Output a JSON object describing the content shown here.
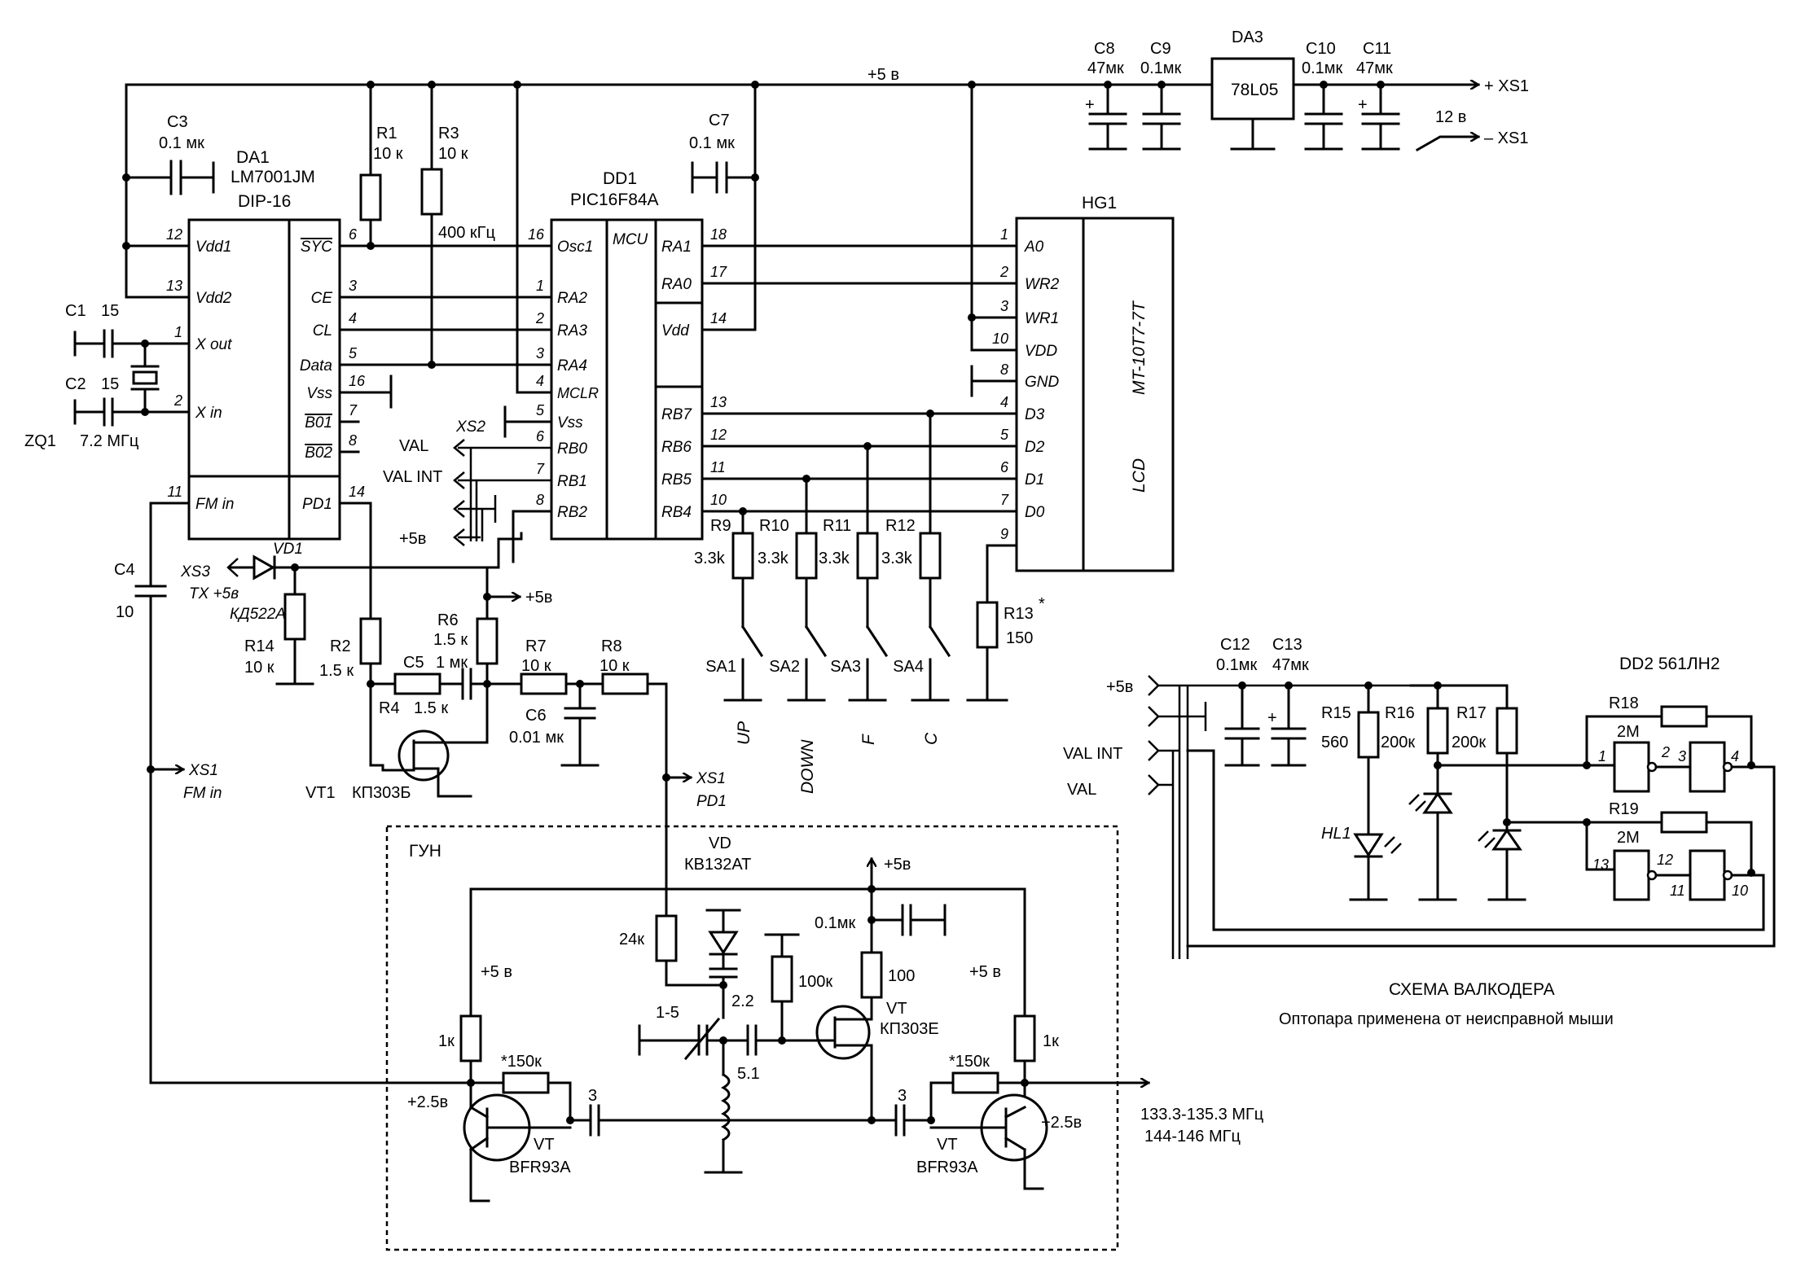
{
  "power": {
    "plus5": "+5 в",
    "plus5b": "+5в",
    "twelve": "12 в",
    "xs1_plus": "+ XS1",
    "xs1_minus": "– XS1"
  },
  "regulator": {
    "ref": "DA3",
    "type": "78L05",
    "c8": {
      "ref": "C8",
      "val": "47мк"
    },
    "c9": {
      "ref": "C9",
      "val": "0.1мк"
    },
    "c10": {
      "ref": "C10",
      "val": "0.1мк"
    },
    "c11": {
      "ref": "C11",
      "val": "47мк"
    }
  },
  "da1": {
    "ref": "DA1",
    "type": "LM7001JM",
    "pkg": "DIP-16",
    "pins_left": [
      {
        "num": "12",
        "name": "Vdd1"
      },
      {
        "num": "13",
        "name": "Vdd2"
      },
      {
        "num": "1",
        "name": "X out"
      },
      {
        "num": "2",
        "name": "X in"
      },
      {
        "num": "11",
        "name": "FM in"
      }
    ],
    "pins_right": [
      {
        "num": "6",
        "name": "SYC"
      },
      {
        "num": "3",
        "name": "CE"
      },
      {
        "num": "4",
        "name": "CL"
      },
      {
        "num": "5",
        "name": "Data"
      },
      {
        "num": "16",
        "name": "Vss"
      },
      {
        "num": "7",
        "name": "B01"
      },
      {
        "num": "8",
        "name": "B02"
      },
      {
        "num": "14",
        "name": "PD1"
      }
    ]
  },
  "dd1": {
    "ref": "DD1",
    "type": "PIC16F84A",
    "mcu": "MCU",
    "pins_left": [
      {
        "num": "16",
        "name": "Osc1"
      },
      {
        "num": "1",
        "name": "RA2"
      },
      {
        "num": "2",
        "name": "RA3"
      },
      {
        "num": "3",
        "name": "RA4"
      },
      {
        "num": "4",
        "name": "MCLR"
      },
      {
        "num": "5",
        "name": "Vss"
      },
      {
        "num": "6",
        "name": "RB0"
      },
      {
        "num": "7",
        "name": "RB1"
      },
      {
        "num": "8",
        "name": "RB2"
      }
    ],
    "pins_right": [
      {
        "num": "18",
        "name": "RA1"
      },
      {
        "num": "17",
        "name": "RA0"
      },
      {
        "num": "14",
        "name": "Vdd"
      },
      {
        "num": "13",
        "name": "RB7"
      },
      {
        "num": "12",
        "name": "RB6"
      },
      {
        "num": "11",
        "name": "RB5"
      },
      {
        "num": "10",
        "name": "RB4"
      }
    ]
  },
  "hg1": {
    "ref": "HG1",
    "type": "MT-10T7-7T",
    "lcd": "LCD",
    "pins": [
      {
        "num": "1",
        "name": "A0"
      },
      {
        "num": "2",
        "name": "WR2"
      },
      {
        "num": "3",
        "name": "WR1"
      },
      {
        "num": "10",
        "name": "VDD"
      },
      {
        "num": "8",
        "name": "GND"
      },
      {
        "num": "4",
        "name": "D3"
      },
      {
        "num": "5",
        "name": "D2"
      },
      {
        "num": "6",
        "name": "D1"
      },
      {
        "num": "7",
        "name": "D0"
      },
      {
        "num": "9",
        "name": ""
      }
    ]
  },
  "parts": {
    "c3": {
      "ref": "C3",
      "val": "0.1 мк"
    },
    "c7": {
      "ref": "C7",
      "val": "0.1 мк"
    },
    "r1": {
      "ref": "R1",
      "val": "10 к"
    },
    "r3": {
      "ref": "R3",
      "val": "10 к"
    },
    "freq400": "400 кГц",
    "c1": {
      "ref": "C1",
      "val": "15"
    },
    "c2": {
      "ref": "C2",
      "val": "15"
    },
    "zq1": {
      "ref": "ZQ1",
      "val": "7.2 МГц"
    },
    "c4": {
      "ref": "C4",
      "val": "10"
    },
    "vd1": {
      "ref": "VD1",
      "type": "КД522А"
    },
    "xs3": {
      "ref": "XS3",
      "label": "TX +5в"
    },
    "r14": {
      "ref": "R14",
      "val": "10 к"
    },
    "r2": {
      "ref": "R2",
      "val": "1.5 к"
    },
    "r4": {
      "ref": "R4",
      "val": "1.5 к"
    },
    "c5": {
      "ref": "C5",
      "val": "1 мк"
    },
    "r6": {
      "ref": "R6",
      "val": "1.5 к"
    },
    "r7": {
      "ref": "R7",
      "val": "10 к"
    },
    "r8": {
      "ref": "R8",
      "val": "10 к"
    },
    "c6": {
      "ref": "C6",
      "val": "0.01 мк"
    },
    "vt1": {
      "ref": "VT1",
      "type": "КП303Б"
    },
    "xs2": {
      "ref": "XS2",
      "val": "VAL",
      "valint": "VAL INT",
      "plus5": "+5в"
    },
    "xs1_fm": {
      "ref": "XS1",
      "label": "FM in"
    },
    "xs1_pd": {
      "ref": "XS1",
      "label": "PD1"
    },
    "r9": {
      "ref": "R9",
      "val": "3.3k"
    },
    "r10": {
      "ref": "R10",
      "val": "3.3k"
    },
    "r11": {
      "ref": "R11",
      "val": "3.3k"
    },
    "r12": {
      "ref": "R12",
      "val": "3.3k"
    },
    "r13": {
      "ref": "R13",
      "star": "*",
      "val": "150"
    },
    "switches": [
      {
        "ref": "SA1",
        "func": "UP"
      },
      {
        "ref": "SA2",
        "func": "DOWN"
      },
      {
        "ref": "SA3",
        "func": "F"
      },
      {
        "ref": "SA4",
        "func": "C"
      }
    ]
  },
  "vco": {
    "title": "ГУН",
    "vd": {
      "ref": "VD",
      "type": "КВ132АТ"
    },
    "r24k": "24к",
    "c2_2": "2.2",
    "trim": "1-5",
    "c5_1": "5.1",
    "r100k": "100к",
    "c01mk": "0.1мк",
    "r100": "100",
    "vt_fet": {
      "ref": "VT",
      "type": "КП303Е"
    },
    "plus5_top": "+5в",
    "plus5_left": "+5 в",
    "plus5_right": "+5 в",
    "r1k_l": "1к",
    "r1k_r": "1к",
    "r150k_l": "*150к",
    "r150k_r": "*150к",
    "c3_l": "3",
    "c3_r": "3",
    "plus25_l": "+2.5в",
    "plus25_r": "+2.5в",
    "vt_l": {
      "ref": "VT",
      "type": "BFR93A"
    },
    "vt_r": {
      "ref": "VT",
      "type": "BFR93A"
    },
    "out1": "133.3-135.3 МГц",
    "out2": "144-146 МГц"
  },
  "encoder": {
    "plus5": "+5в",
    "valint": "VAL INT",
    "val": "VAL",
    "c12": {
      "ref": "C12",
      "val": "0.1мк"
    },
    "c13": {
      "ref": "C13",
      "val": "47мк"
    },
    "r15": {
      "ref": "R15",
      "val": "560"
    },
    "r16": {
      "ref": "R16",
      "val": "200к"
    },
    "r17": {
      "ref": "R17",
      "val": "200к"
    },
    "hl1": "HL1",
    "dd2": "DD2 561ЛН2",
    "r18": {
      "ref": "R18",
      "val": "2M"
    },
    "r19": {
      "ref": "R19",
      "val": "2M"
    },
    "g_pins": [
      "1",
      "2",
      "3",
      "4",
      "13",
      "12",
      "11",
      "10"
    ],
    "title": "СХЕМА ВАЛКОДЕРА",
    "note": "Оптопара применена от неисправной мыши"
  }
}
